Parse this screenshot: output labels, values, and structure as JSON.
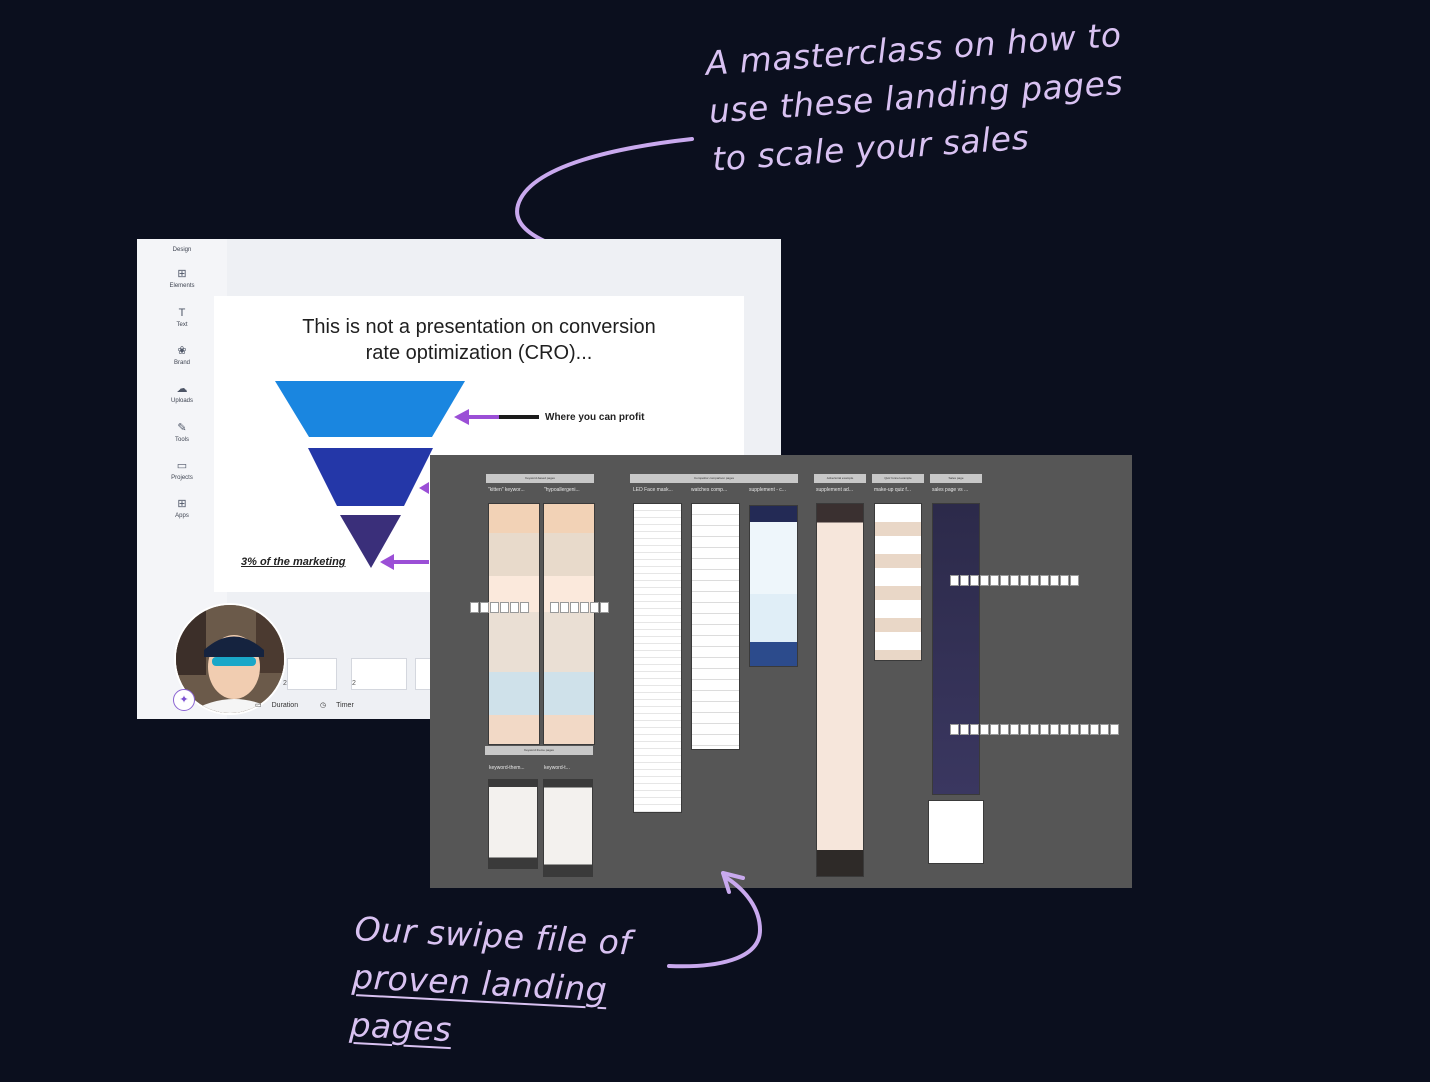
{
  "captions": {
    "top": [
      "A masterclass on how to",
      "use these landing pages",
      "to scale your sales"
    ],
    "bottom": [
      "Our swipe file of",
      "proven landing",
      "pages"
    ]
  },
  "colors": {
    "background": "#0b0f1e",
    "caption": "#d9c2f2",
    "arrow": "#c9a9ee",
    "funnel_top": "#1a86e0",
    "funnel_mid": "#2437a8",
    "funnel_bottom": "#3a2f7a",
    "funnel_arrow": "#9b4fd6",
    "board": "#565656"
  },
  "editor": {
    "rail": [
      {
        "label": "Design",
        "icon": "design-icon"
      },
      {
        "label": "Elements",
        "icon": "elements-icon"
      },
      {
        "label": "Text",
        "icon": "text-icon"
      },
      {
        "label": "Brand",
        "icon": "brand-icon"
      },
      {
        "label": "Uploads",
        "icon": "uploads-icon"
      },
      {
        "label": "Tools",
        "icon": "tools-icon"
      },
      {
        "label": "Projects",
        "icon": "projects-icon"
      },
      {
        "label": "Apps",
        "icon": "apps-icon"
      }
    ],
    "slide": {
      "title": [
        "This is not a presentation on conversion",
        "rate optimization (CRO)..."
      ],
      "profit_label": "Where you can profit",
      "marketing_label": "3% of the marketing"
    },
    "bottom_bar": {
      "duration": "Duration",
      "timer": "Timer"
    },
    "thumb_counts": [
      "2",
      "2"
    ]
  },
  "board": {
    "groups": [
      "Keyword-based pages",
      "Competitor comparison pages",
      "Advertorial example",
      "Quiz funnel example",
      "Sales page",
      "Keyword theme pages"
    ],
    "frame_labels": [
      "\"kitten\" keywor...",
      "\"hypoallergeni...",
      "LED Face mask...",
      "watches comp...",
      "supplement - c...",
      "supplement ad...",
      "make-up quiz f...",
      "sales page vs ...",
      "keyword-them...",
      "keyword-t..."
    ]
  }
}
